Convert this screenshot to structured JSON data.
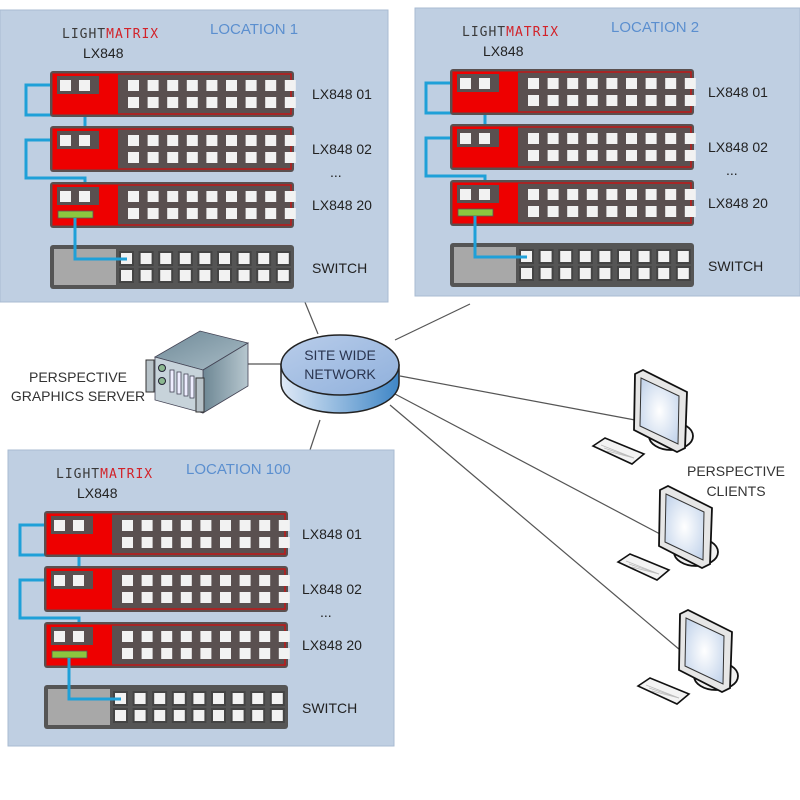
{
  "locations": [
    {
      "title": "LOCATION 1",
      "brand_left": "LIGHT",
      "brand_right": "MATRIX",
      "model": "LX848",
      "devices": [
        "LX848 01",
        "LX848 02",
        "LX848 20"
      ],
      "ellipsis": "...",
      "switch_label": "SWITCH"
    },
    {
      "title": "LOCATION 2",
      "brand_left": "LIGHT",
      "brand_right": "MATRIX",
      "model": "LX848",
      "devices": [
        "LX848 01",
        "LX848 02",
        "LX848 20"
      ],
      "ellipsis": "...",
      "switch_label": "SWITCH"
    },
    {
      "title": "LOCATION 100",
      "brand_left": "LIGHT",
      "brand_right": "MATRIX",
      "model": "LX848",
      "devices": [
        "LX848 01",
        "LX848 02",
        "LX848 20"
      ],
      "ellipsis": "...",
      "switch_label": "SWITCH"
    }
  ],
  "network": {
    "line1": "SITE WIDE",
    "line2": "NETWORK"
  },
  "server": {
    "line1": "PERSPECTIVE",
    "line2": "GRAPHICS SERVER"
  },
  "clients": {
    "line1": "PERSPECTIVE",
    "line2": "CLIENTS",
    "count": 3
  },
  "colors": {
    "panel_bg": "#bfcfe2",
    "device_red": "#ee0000",
    "device_frame": "#5a5050",
    "switch_body": "#a8a8a8",
    "cable": "#1fa0d8",
    "link_green": "#8cc63f",
    "port": "#f2f2f2",
    "location_title": "#5b8fcf"
  }
}
